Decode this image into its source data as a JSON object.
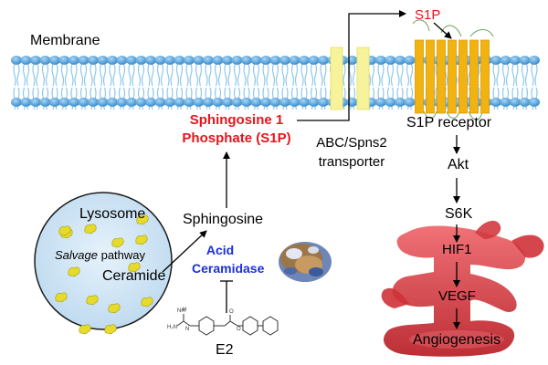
{
  "labels": {
    "membrane": "Membrane",
    "s1p_extracellular": "S1P",
    "s1p_name_line1": "Sphingosine 1",
    "s1p_name_line2": "Phosphate (S1P)",
    "transporter_line1": "ABC/Spns2",
    "transporter_line2": "transporter",
    "receptor": "S1P receptor",
    "akt": "Akt",
    "s6k": "S6K",
    "hif1": "HIF1",
    "vegf": "VEGF",
    "angiogenesis": "Angiogenesis",
    "sphingosine": "Sphingosine",
    "enzyme_line1": "Acid",
    "enzyme_line2": "Ceramidase",
    "lysosome": "Lysosome",
    "salvage_italic": "Salvage",
    "salvage_rest": " pathway",
    "ceramide": "Ceramide",
    "inhibitor": "E2",
    "molecule_atom_labels": [
      "H₂N",
      "NH",
      "H",
      "N",
      "O",
      "O"
    ]
  },
  "colors": {
    "membrane_head": "#3b9bdb",
    "membrane_tail": "#8fc8ee",
    "transporter": "#f6f39a",
    "receptor": "#f2b311",
    "s1p_text": "#e8141b",
    "enzyme_text": "#1c2fd9",
    "vessel": "#d8343a",
    "lysosome_fill": "#cfe5f5",
    "ceramide_particle": "#e6db2a"
  },
  "icons": [
    "lysosome-organelle",
    "ceramide-particle",
    "acid-ceramidase-protein-structure",
    "blood-vessel",
    "e2-chemical-structure"
  ]
}
